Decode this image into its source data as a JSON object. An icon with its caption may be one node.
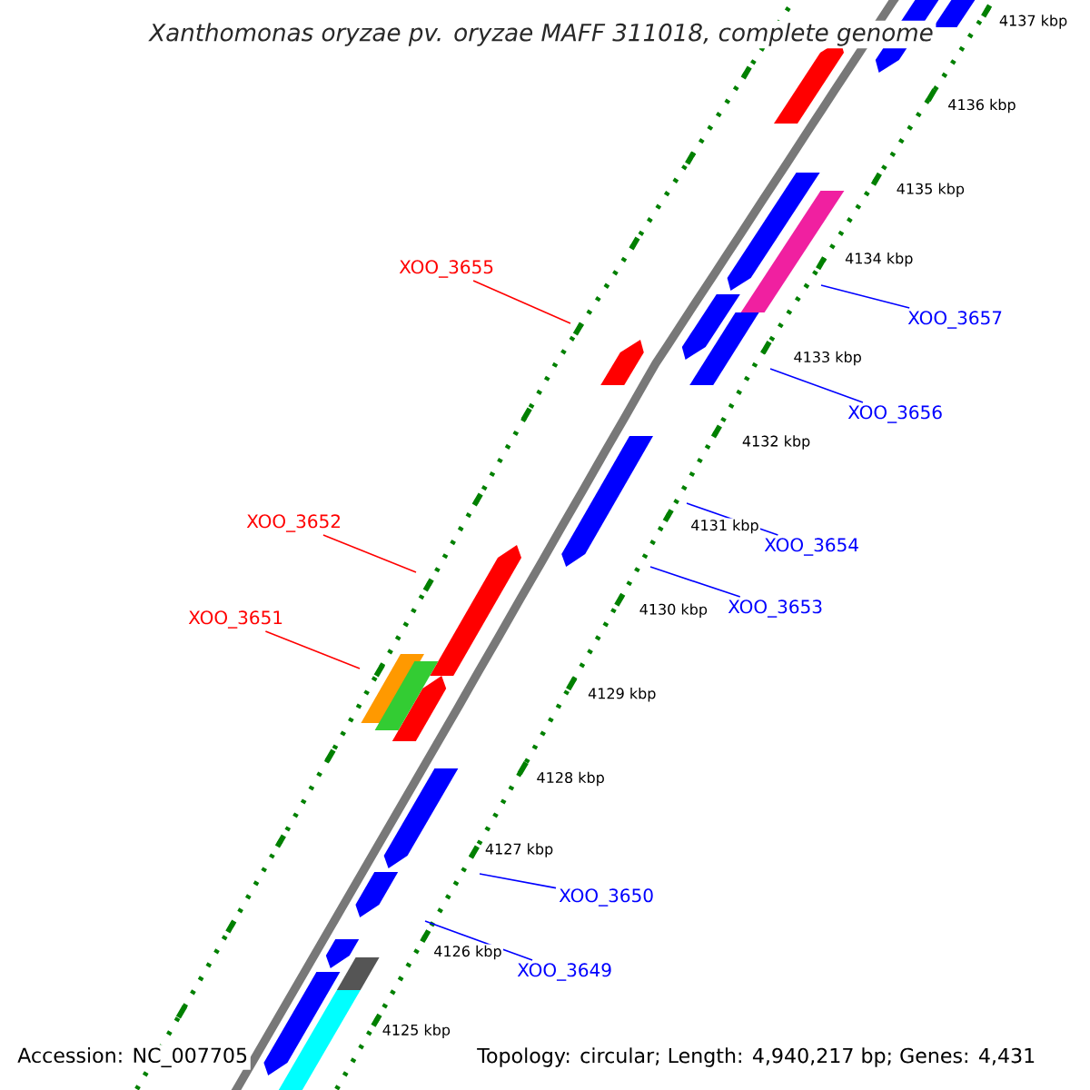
{
  "diagram": {
    "title": "Xanthomonas oryzae pv. oryzae MAFF 311018, complete genome",
    "nodes": [
      {
        "text": [
          "XOO_3655"
        ]
      },
      {
        "text": [
          "XOO_3657"
        ]
      },
      {
        "text": [
          "XOO_3656"
        ]
      },
      {
        "text": [
          "XOO_3652"
        ]
      },
      {
        "text": [
          "XOO_3654"
        ]
      },
      {
        "text": [
          "XOO_3653"
        ]
      },
      {
        "text": [
          "XOO_3651"
        ]
      },
      {
        "text": [
          "XOO_3650"
        ]
      },
      {
        "text": [
          "XOO_3649"
        ]
      }
    ],
    "edges": [
      {
        "from": 0,
        "to": null,
        "arrow": "none",
        "color": "#ff0000"
      },
      {
        "from": 1,
        "to": null,
        "arrow": "none"
      },
      {
        "from": 2,
        "to": null,
        "arrow": "none"
      },
      {
        "from": 3,
        "to": null,
        "arrow": "none",
        "color": "#ff0000"
      },
      {
        "from": 4,
        "to": null,
        "arrow": "none"
      },
      {
        "from": 5,
        "to": null,
        "arrow": "none"
      },
      {
        "from": 6,
        "to": null,
        "arrow": "none",
        "color": "#ff0000"
      },
      {
        "from": 7,
        "to": null,
        "arrow": "none"
      },
      {
        "from": 8,
        "to": null,
        "arrow": "none"
      }
    ],
    "labels": [
      "4137 kbp",
      "4136 kbp",
      "4135 kbp",
      "4134 kbp",
      "4133 kbp",
      "4132 kbp",
      "4131 kbp",
      "4130 kbp",
      "4129 kbp",
      "4128 kbp",
      "4127 kbp",
      "4126 kbp",
      "4125 kbp",
      "Accession: NC_007705",
      "Topology: circular; Length: 4,940,217 bp; Genes: 4,431"
    ]
  }
}
